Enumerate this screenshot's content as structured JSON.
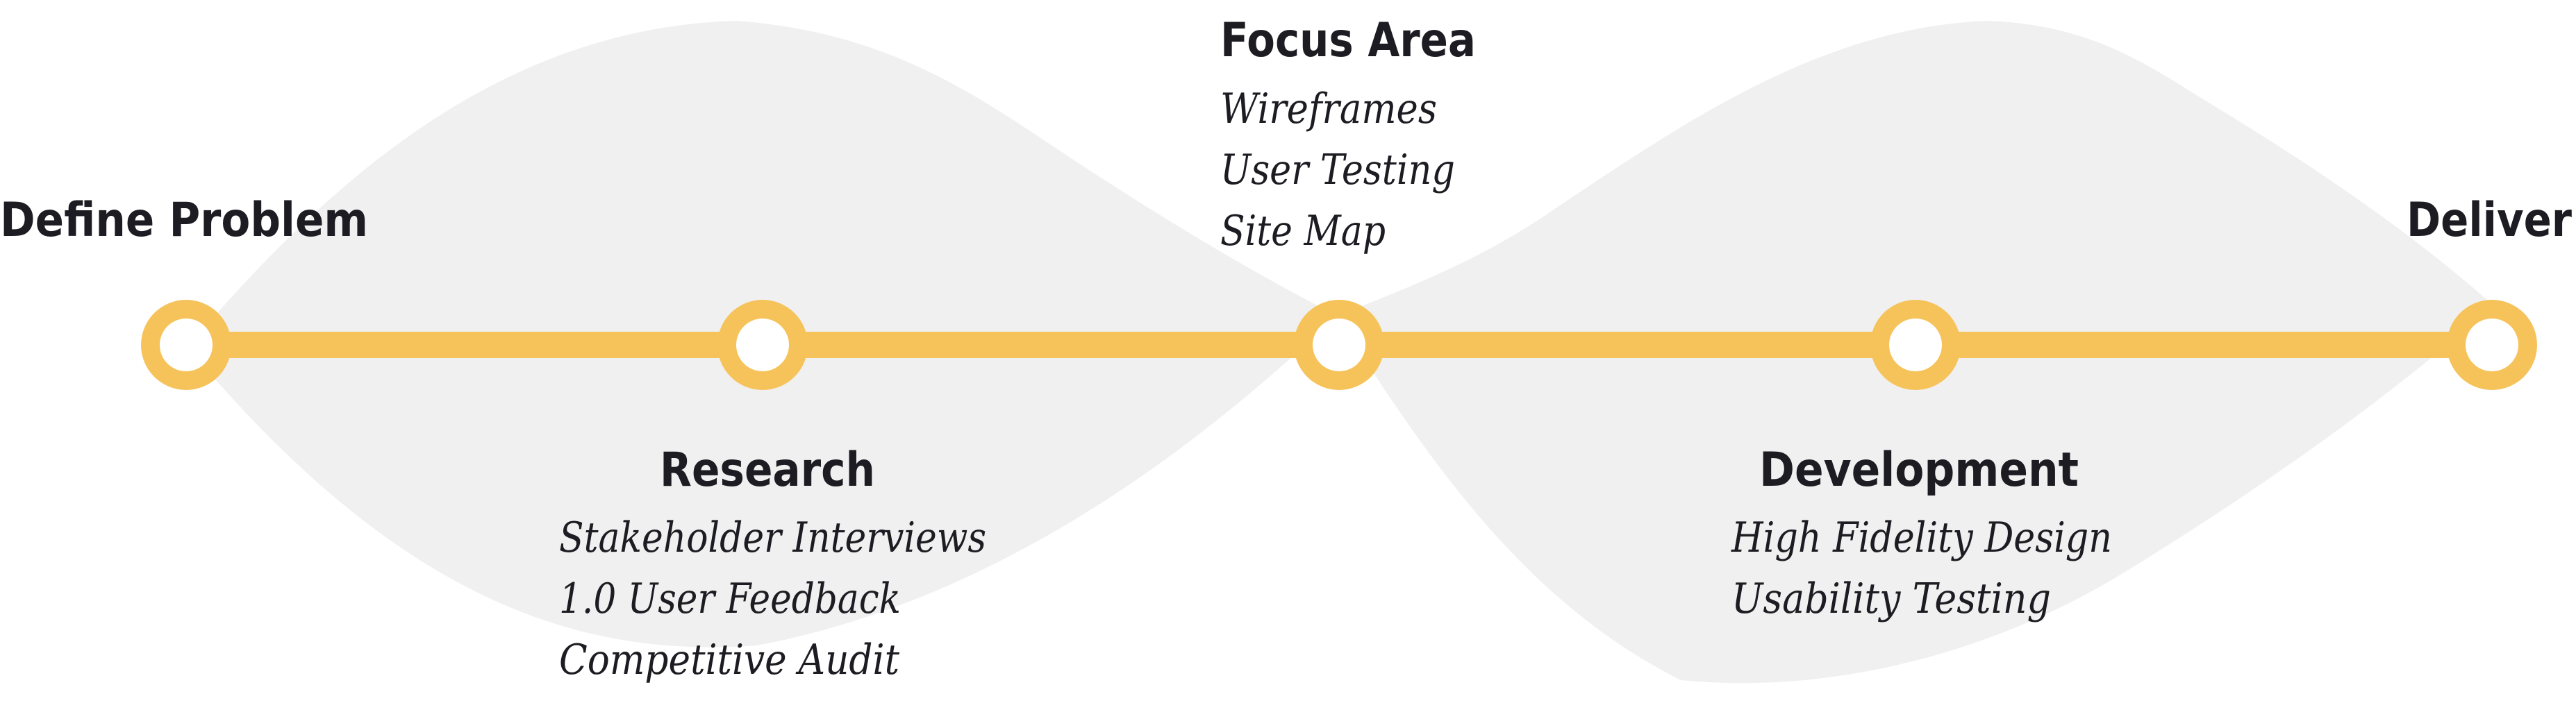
{
  "process": {
    "stages": [
      {
        "title": "Define Problem",
        "items": []
      },
      {
        "title": "Research",
        "items": [
          "Stakeholder Interviews",
          "1.0 User Feedback",
          "Competitive Audit"
        ]
      },
      {
        "title": "Focus Area",
        "items": [
          "Wireframes",
          "User Testing",
          "Site Map"
        ]
      },
      {
        "title": "Development",
        "items": [
          "High Fidelity Design",
          "Usability Testing"
        ]
      },
      {
        "title": "Deliver",
        "items": []
      }
    ]
  },
  "colors": {
    "accent": "#f6c35b",
    "wave": "#f0f0f0",
    "text": "#1c1c22",
    "background": "#ffffff"
  }
}
